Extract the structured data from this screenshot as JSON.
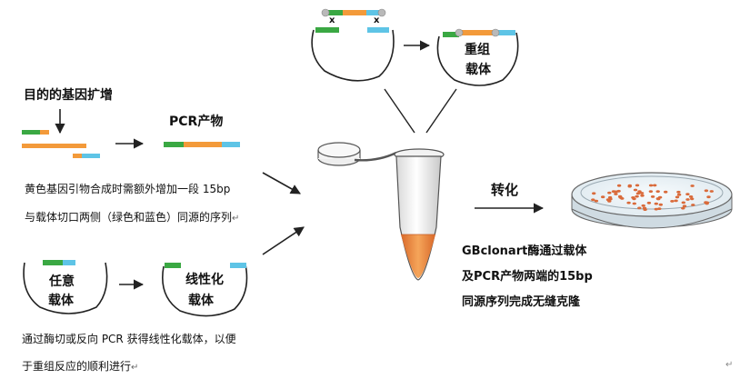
{
  "colors": {
    "green": "#3aa843",
    "orange": "#f39a3a",
    "blue": "#5ec4e6",
    "gray_connector": "#a7a7a7",
    "dish_dots": "#d96a3a",
    "tube_liquid": "#e8893a",
    "line": "#222222"
  },
  "icons": {
    "arrow": "right-arrow-icon",
    "down_arrow": "down-arrow-icon",
    "plasmid": "plasmid-diagram",
    "tube": "eppendorf-tube",
    "dish": "petri-dish"
  },
  "labels": {
    "target_gene_amplification": "目的的基因扩增",
    "pcr_product": "PCR产物",
    "yellow_gene_primer_line1": "黄色基因引物合成时需额外增加一段 15bp",
    "yellow_gene_primer_line2": "与载体切口两侧（绿色和蓝色）同源的序列",
    "any_vector_line1": "任意",
    "any_vector_line2": "载体",
    "linearized_line1": "线性化",
    "linearized_line2": "载体",
    "recombinant_line1": "重组",
    "recombinant_line2": "载体",
    "linearize_method_line1": "通过酶切或反向 PCR 获得线性化载体，以便",
    "linearize_method_line2": "于重组反应的顺利进行",
    "transformation": "转化",
    "gbclonart_line1": "GBclonart酶通过载体",
    "gbclonart_line2": "及PCR产物两端的15bp",
    "gbclonart_line3": "同源序列完成无缝克隆",
    "cross_mark": "x",
    "return_mark": "↵",
    "page_mark": "↵"
  }
}
